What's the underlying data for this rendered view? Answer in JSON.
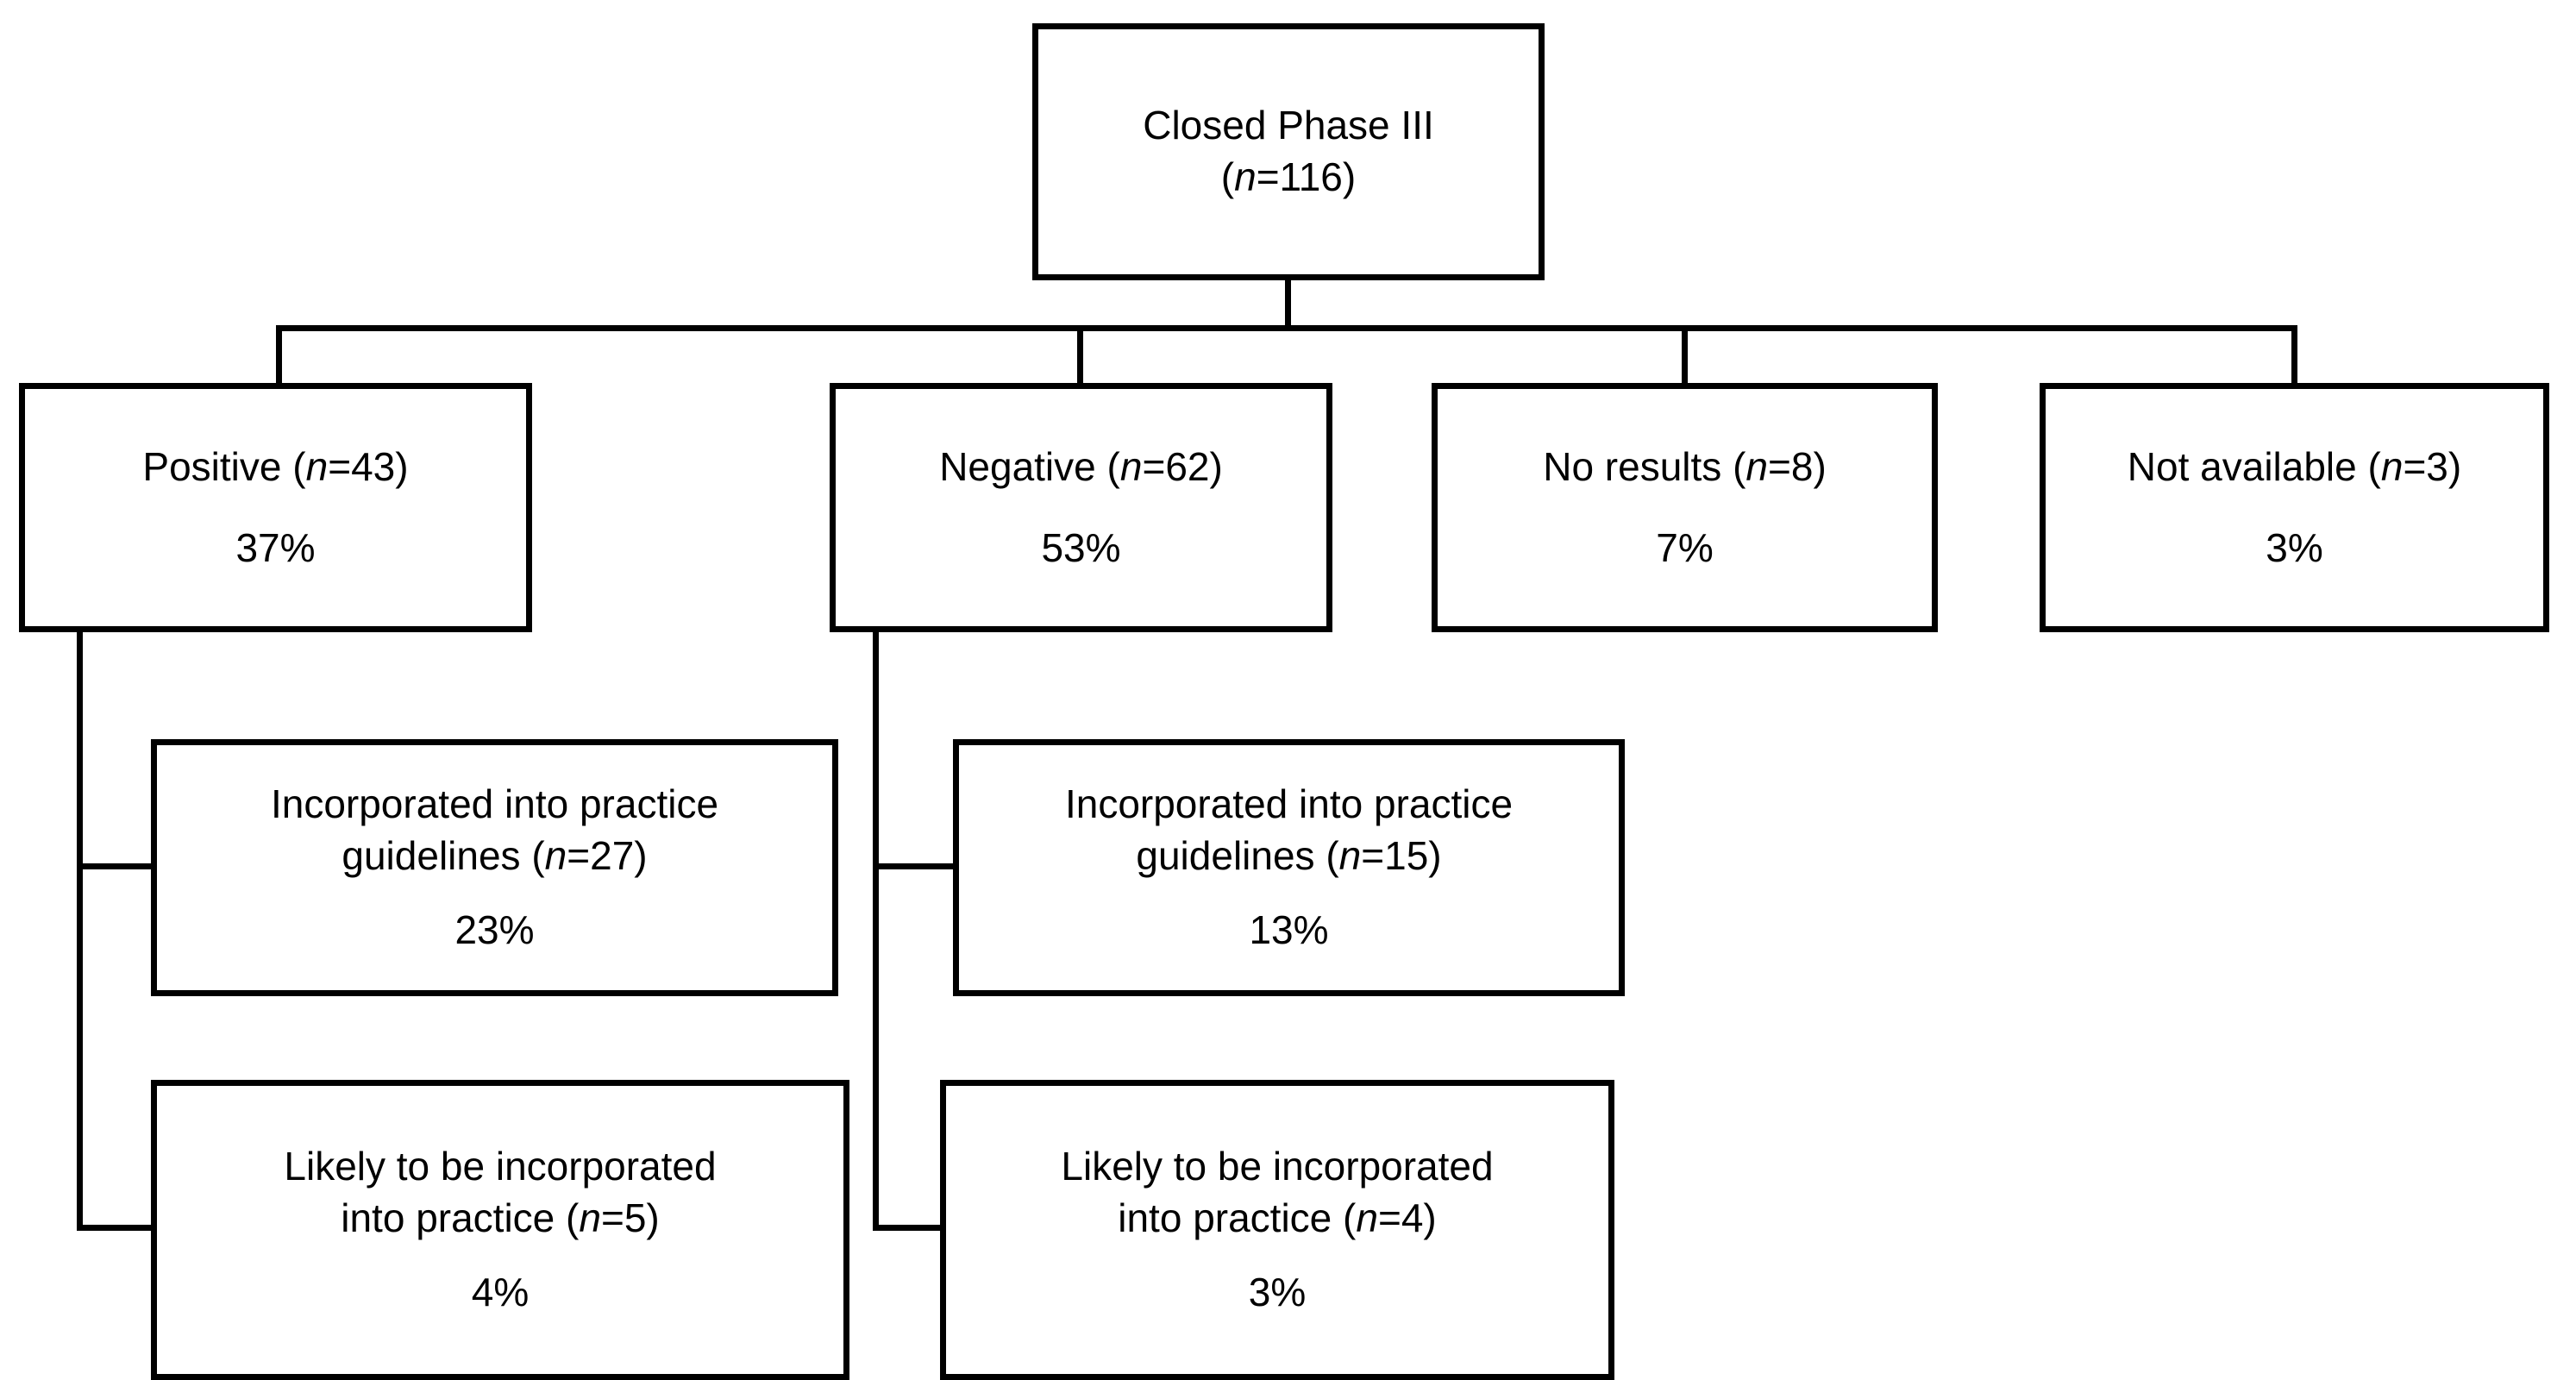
{
  "figure": {
    "type": "flowchart",
    "orientation": "top-down",
    "total": 116,
    "root": {
      "id": "closed-phase-iii",
      "title": "Closed Phase III",
      "n_label": "(n=116)",
      "n_prefix": "(",
      "n_var": "n",
      "n_value": "=116)"
    },
    "outcomes": [
      {
        "id": "positive",
        "label": "Positive",
        "n_open": "(",
        "n_var": "n",
        "n_close": "=43)",
        "n": 43,
        "percent": "37%"
      },
      {
        "id": "negative",
        "label": "Negative",
        "n_open": "(",
        "n_var": "n",
        "n_close": "=62)",
        "n": 62,
        "percent": "53%"
      },
      {
        "id": "no-results",
        "label": "No results",
        "n_open": "(",
        "n_var": "n",
        "n_close": "=8)",
        "n": 8,
        "percent": "7%"
      },
      {
        "id": "not-available",
        "label": "Not available",
        "n_open": "(",
        "n_var": "n",
        "n_close": "=3)",
        "n": 3,
        "percent": "3%"
      }
    ],
    "sub_outcomes": [
      {
        "id": "positive-guidelines",
        "parent": "positive",
        "line1": "Incorporated into practice",
        "line2_prefix": "guidelines ",
        "n_open": "(",
        "n_var": "n",
        "n_close": "=27)",
        "n": 27,
        "percent": "23%"
      },
      {
        "id": "negative-guidelines",
        "parent": "negative",
        "line1": "Incorporated into practice",
        "line2_prefix": "guidelines ",
        "n_open": "(",
        "n_var": "n",
        "n_close": "=15)",
        "n": 15,
        "percent": "13%"
      },
      {
        "id": "positive-likely",
        "parent": "positive",
        "line1": "Likely to be incorporated",
        "line2_prefix": "into practice ",
        "n_open": "(",
        "n_var": "n",
        "n_close": "=5)",
        "n": 5,
        "percent": "4%"
      },
      {
        "id": "negative-likely",
        "parent": "negative",
        "line1": "Likely to be incorporated",
        "line2_prefix": "into practice ",
        "n_open": "(",
        "n_var": "n",
        "n_close": "=4)",
        "n": 4,
        "percent": "3%"
      }
    ],
    "colors": {
      "stroke": "#000000",
      "fill": "#ffffff",
      "text": "#000000"
    }
  }
}
